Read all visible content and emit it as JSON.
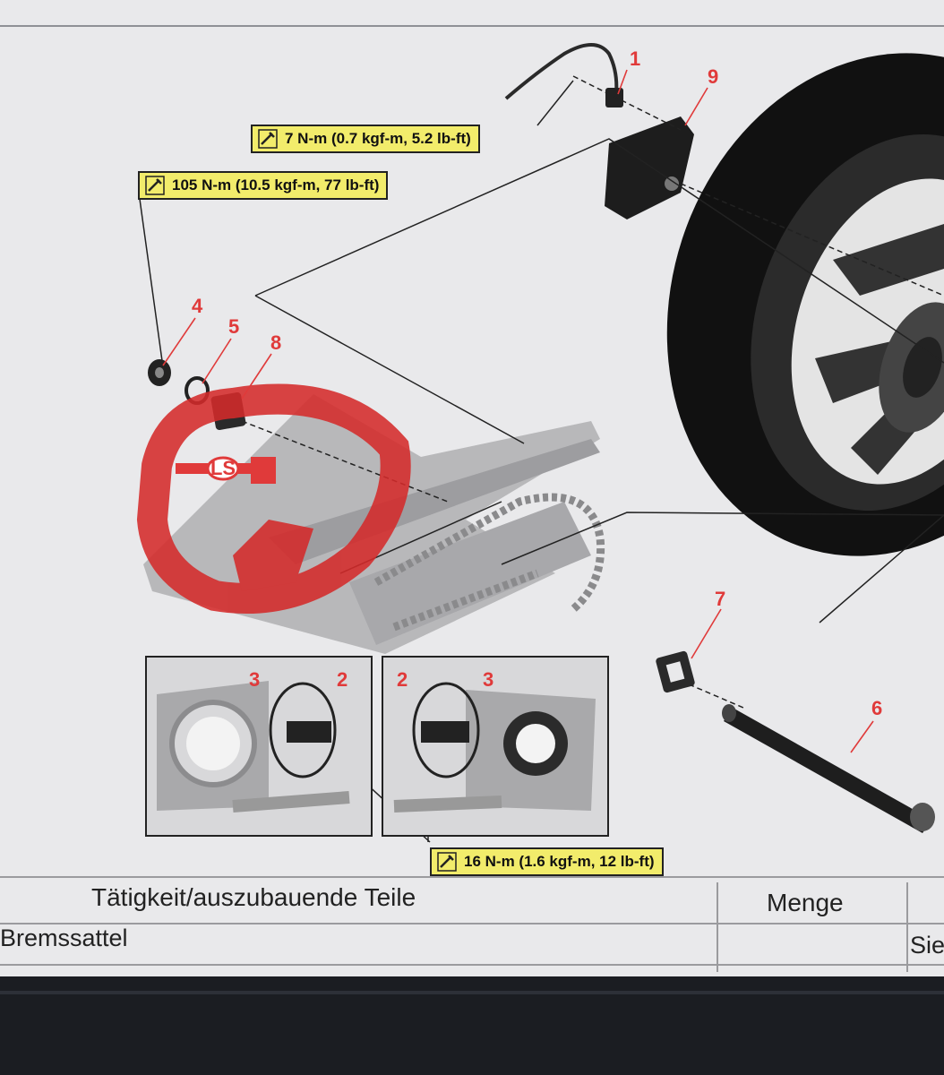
{
  "callouts": [
    "1",
    "9",
    "4",
    "5",
    "8",
    "7",
    "6",
    "3",
    "2",
    "2",
    "3"
  ],
  "torque_specs": {
    "spec_1": "7 N-m (0.7 kgf-m, 5.2 lb-ft)",
    "spec_2": "105 N-m (10.5 kgf-m, 77 lb-ft)",
    "spec_3": "16 N-m (1.6 kgf-m, 12 lb-ft)"
  },
  "ls_label": "LS",
  "table": {
    "header_activity": "Tätigkeit/auszubauende Teile",
    "header_quantity": "Menge",
    "row1_activity": "Bremssattel",
    "row1_cut": "Sie"
  },
  "colors": {
    "torque_bg": "#f2ec6b",
    "callout_red": "#e03a3a",
    "highlight_red": "#d42a2a"
  }
}
